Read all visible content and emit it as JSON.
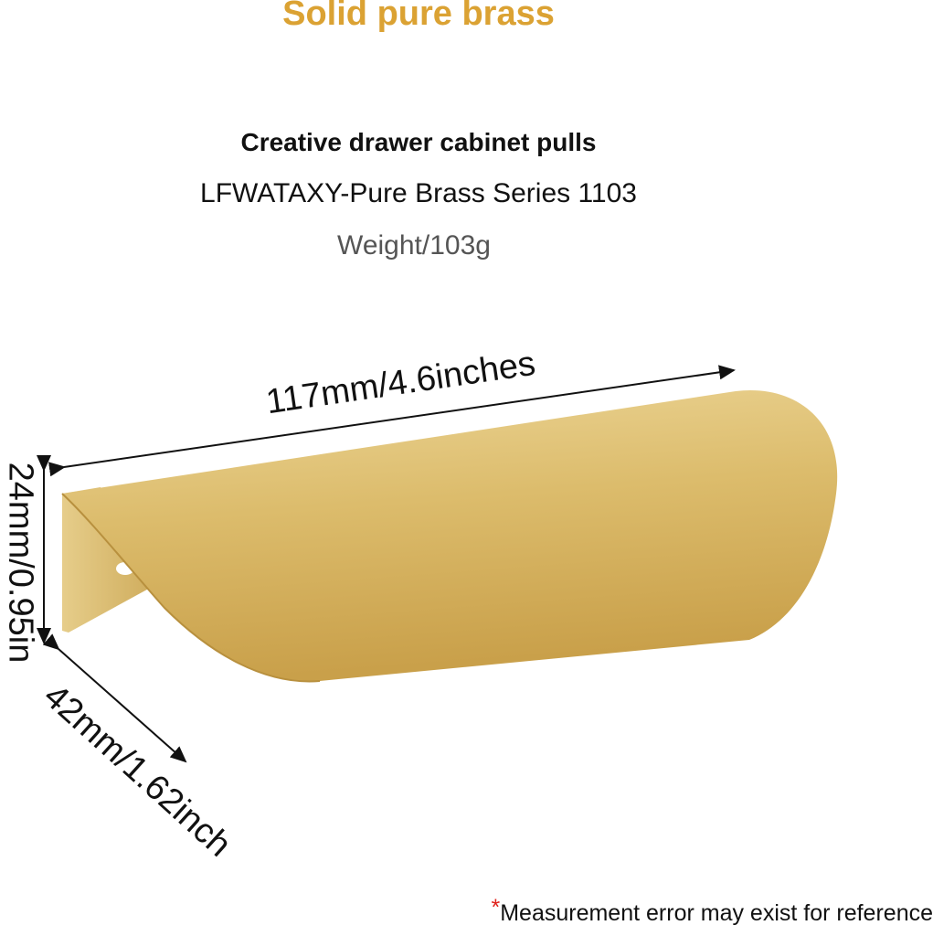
{
  "header": {
    "title": "Solid pure brass",
    "subtitle": "Creative drawer cabinet pulls",
    "series": "LFWATAXY-Pure Brass Series 1103",
    "weight": "Weight/103g"
  },
  "dimensions": {
    "length": "117mm/4.6inches",
    "height": "24mm/0.95in",
    "depth": "42mm/1.62inch"
  },
  "footer": {
    "asterisk": "*",
    "note": "Measurement error may exist for reference"
  },
  "colors": {
    "title": "#dba233",
    "brass": "#d9b866",
    "asterisk": "#e0221b"
  },
  "image": {
    "subject": "brass-edge-pull-handle"
  }
}
